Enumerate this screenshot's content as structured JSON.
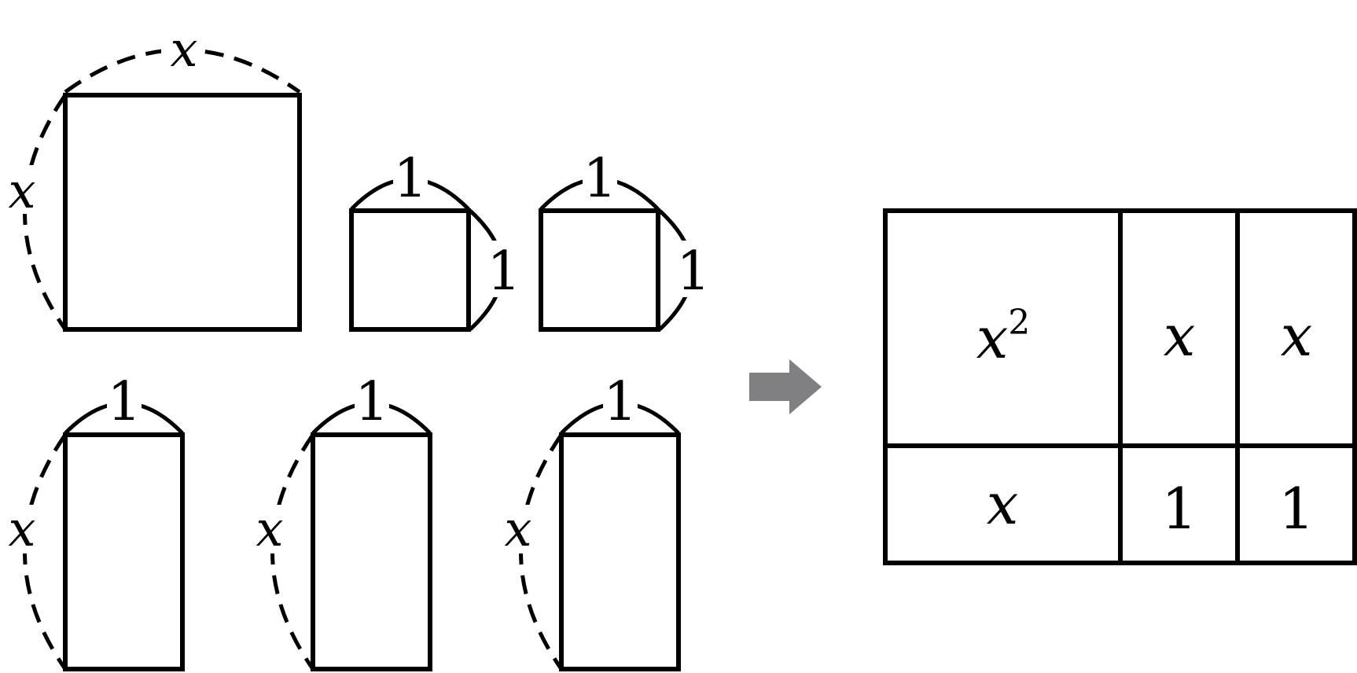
{
  "left_tiles": {
    "big_square": {
      "top_label": "x",
      "side_label": "x"
    },
    "unit_squares": [
      {
        "top_label": "1",
        "side_label": "1"
      },
      {
        "top_label": "1",
        "side_label": "1"
      }
    ],
    "rectangles": [
      {
        "top_label": "1",
        "side_label": "x"
      },
      {
        "top_label": "1",
        "side_label": "x"
      },
      {
        "top_label": "1",
        "side_label": "x"
      }
    ]
  },
  "arrow": {
    "color": "#808083"
  },
  "combined_rectangle": {
    "top_row": {
      "big": "x",
      "big_exponent": "2",
      "mid": "x",
      "right": "x"
    },
    "bottom_row": {
      "big": "x",
      "mid": "1",
      "right": "1"
    }
  }
}
